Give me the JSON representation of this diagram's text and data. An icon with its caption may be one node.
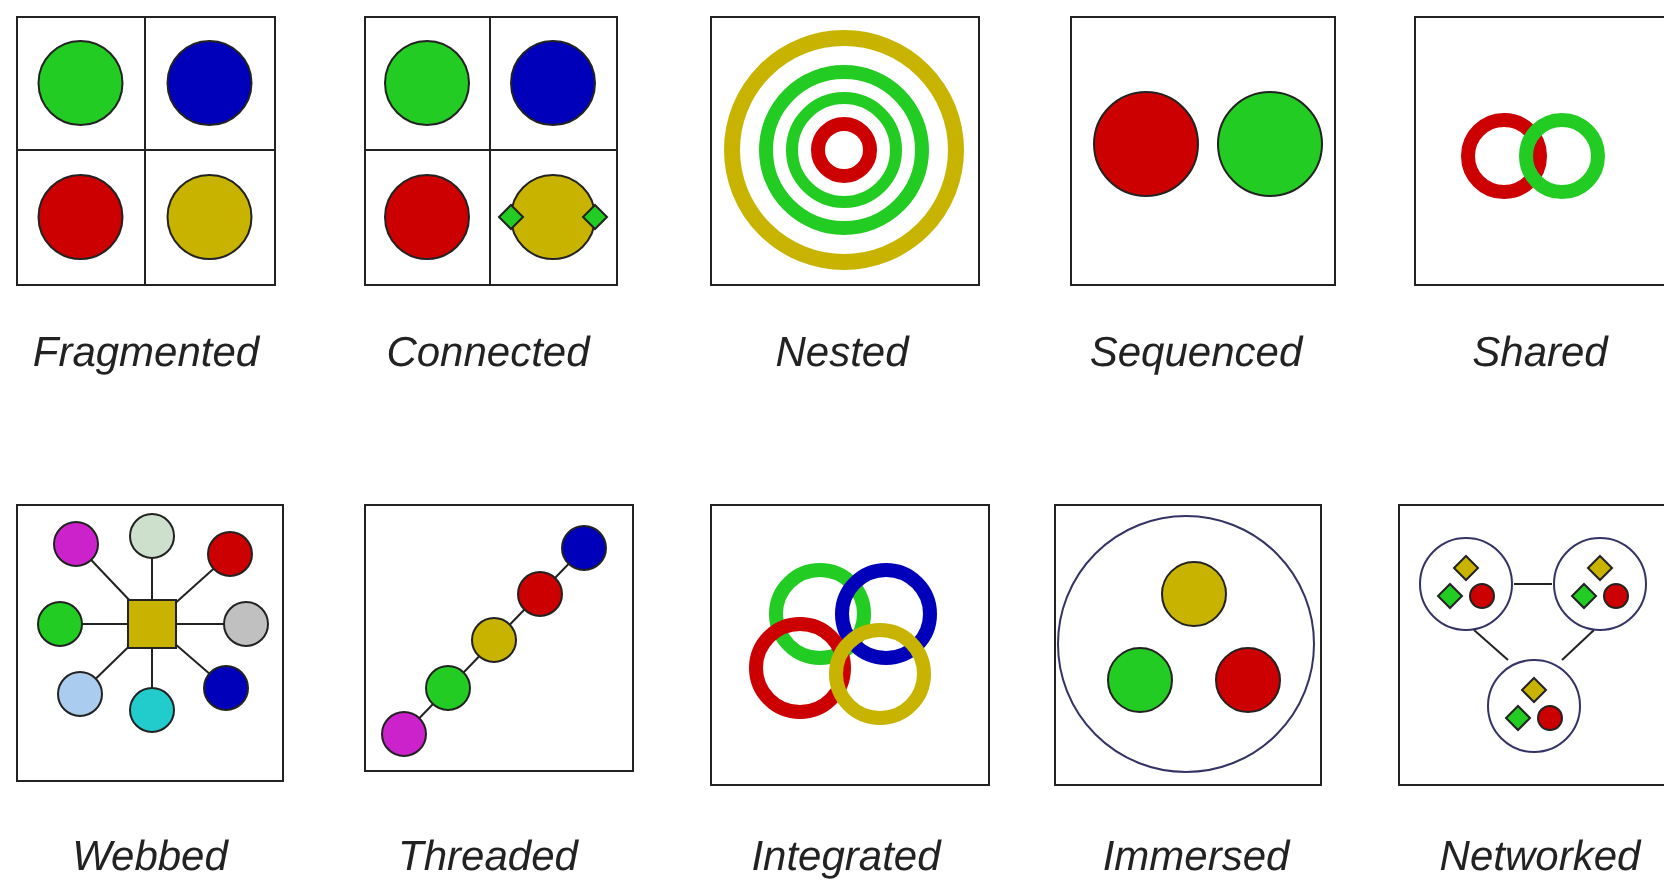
{
  "diagram": {
    "labels": [
      "Fragmented",
      "Connected",
      "Nested",
      "Sequenced",
      "Shared",
      "Webbed",
      "Threaded",
      "Integrated",
      "Immersed",
      "Networked"
    ]
  }
}
